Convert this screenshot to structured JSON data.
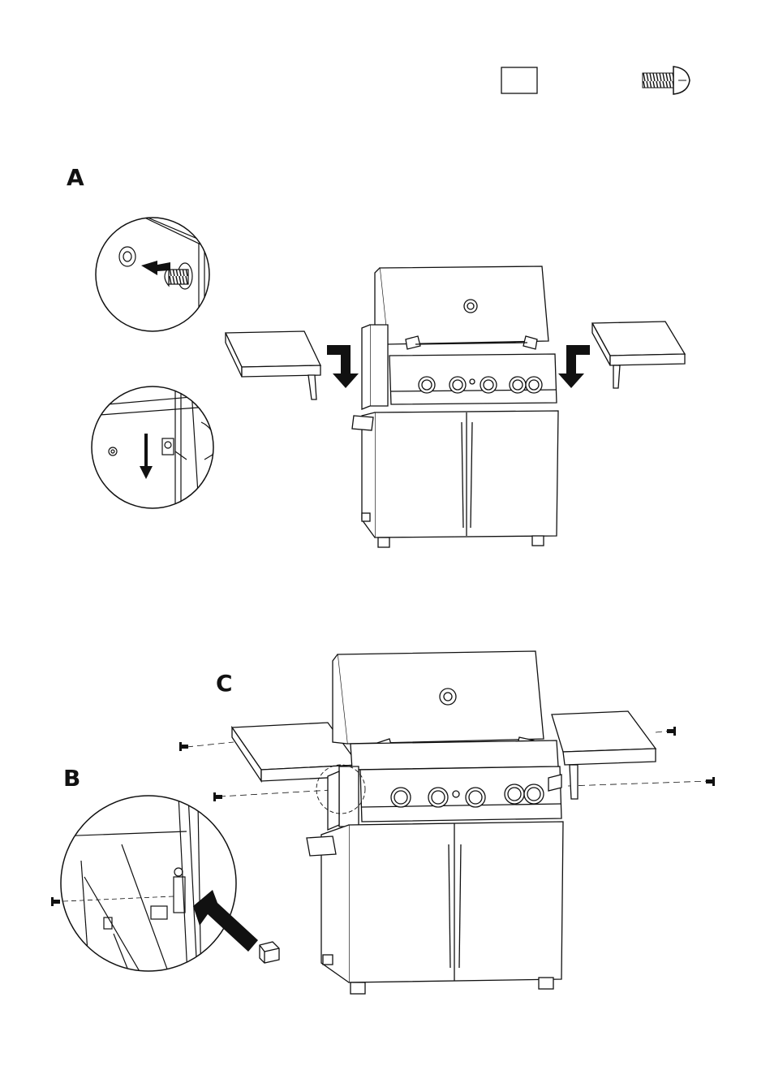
{
  "steps": {
    "a": "A",
    "b": "B",
    "c": "C"
  },
  "parts": {
    "spacer_icon": "spacer-block-icon",
    "screw_icon": "screw-icon"
  },
  "colors": {
    "ink": "#111111",
    "paper": "#ffffff",
    "arrow": "#111111"
  }
}
